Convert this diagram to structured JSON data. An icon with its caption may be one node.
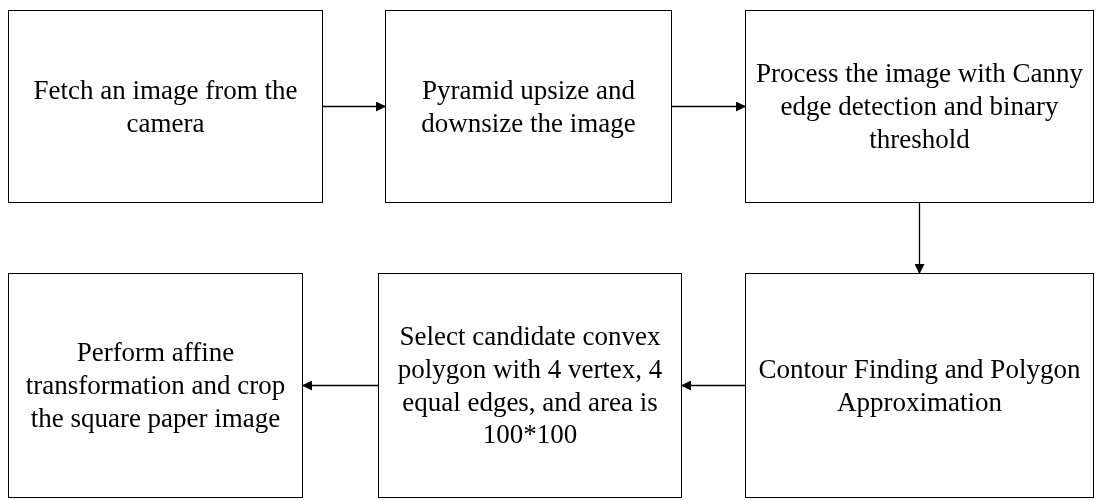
{
  "diagram": {
    "nodes": [
      {
        "text": [
          "Fetch an image from the camera"
        ]
      },
      {
        "text": [
          "Pyramid upsize and downsize the image"
        ]
      },
      {
        "text": [
          "Process the image with Canny edge detection and binary threshold"
        ]
      },
      {
        "text": [
          "Contour Finding and Polygon Approximation"
        ]
      },
      {
        "text": [
          "Select candidate convex polygon with 4 vertex, 4 equal edges, and area is 100*100"
        ]
      },
      {
        "text": [
          "Perform affine transformation and crop the square paper image"
        ]
      }
    ],
    "edges": [
      {
        "from": 0,
        "to": 1,
        "arrow": "to"
      },
      {
        "from": 1,
        "to": 2,
        "arrow": "to"
      },
      {
        "from": 2,
        "to": 3,
        "arrow": "to"
      },
      {
        "from": 3,
        "to": 4,
        "arrow": "to"
      },
      {
        "from": 4,
        "to": 5,
        "arrow": "to"
      }
    ]
  }
}
